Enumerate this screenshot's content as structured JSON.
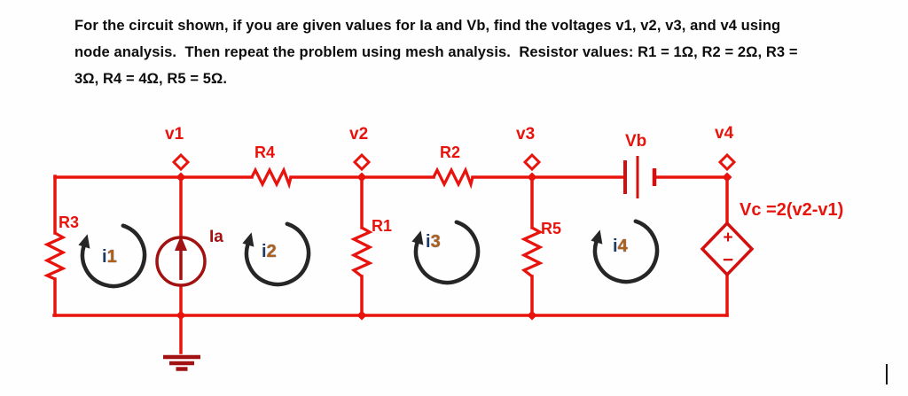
{
  "problem": {
    "line1": "For the circuit shown, if you are given values for Ia and Vb, find the voltages v1, v2, v3, and v4 using",
    "line2": "node analysis.  Then repeat the problem using mesh analysis.  Resistor values: R1 = 1Ω, R2 = 2Ω, R3 =",
    "line3": "3Ω, R4 = 4Ω, R5 = 5Ω."
  },
  "circuit": {
    "nodes": {
      "v1": "v1",
      "v2": "v2",
      "v3": "v3",
      "v4": "v4"
    },
    "battery": {
      "label": "Vb"
    },
    "resistors": {
      "r1": "R1",
      "r2": "R2",
      "r3": "R3",
      "r4": "R4",
      "r5": "R5"
    },
    "current_source": {
      "label": "Ia"
    },
    "dependent_source": {
      "label": "Vc =2(v2-v1)",
      "plus": "+",
      "minus": "−"
    },
    "meshes": [
      {
        "prefix": "i",
        "num": "1"
      },
      {
        "prefix": "i",
        "num": "2"
      },
      {
        "prefix": "i",
        "num": "3"
      },
      {
        "prefix": "i",
        "num": "4"
      }
    ],
    "colors": {
      "wire_red": "#e8130c",
      "source_dark_red": "#a31212",
      "mesh_arc_black": "#262626",
      "mesh_label_navy": "#1f3864",
      "mesh_label_orange": "#b06018",
      "body_text": "#0d0d0d"
    }
  }
}
